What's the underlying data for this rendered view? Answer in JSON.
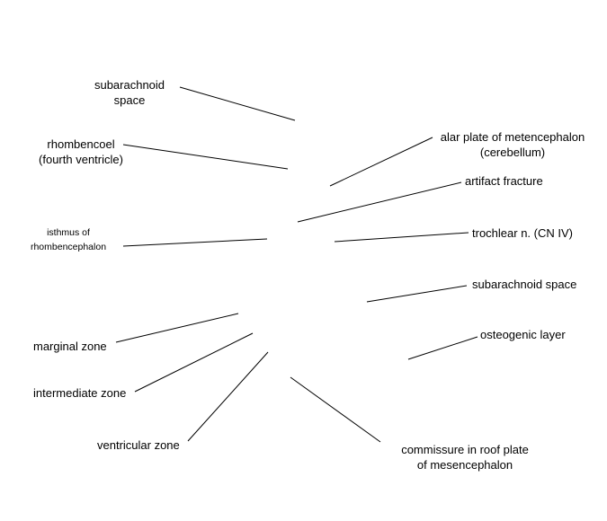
{
  "labels": {
    "subarachnoid_top": [
      "subarachnoid",
      "space"
    ],
    "rhombencoel": [
      "rhombencoel",
      "(fourth ventricle)"
    ],
    "isthmus": [
      "isthmus of",
      "rhombencephalon"
    ],
    "marginal_zone": "marginal zone",
    "intermediate_zone": "intermediate zone",
    "ventricular_zone": "ventricular zone",
    "alar_plate": [
      "alar plate of metencephalon",
      "(cerebellum)"
    ],
    "artifact_fracture": "artifact fracture",
    "trochlear": "trochlear n. (CN IV)",
    "subarachnoid_right": "subarachnoid space",
    "osteogenic": "osteogenic layer",
    "commissure": [
      "commissure in roof plate",
      "of mesencephalon"
    ]
  },
  "colors": {
    "background": "#ffffff",
    "line": "#000000",
    "text": "#000000"
  }
}
